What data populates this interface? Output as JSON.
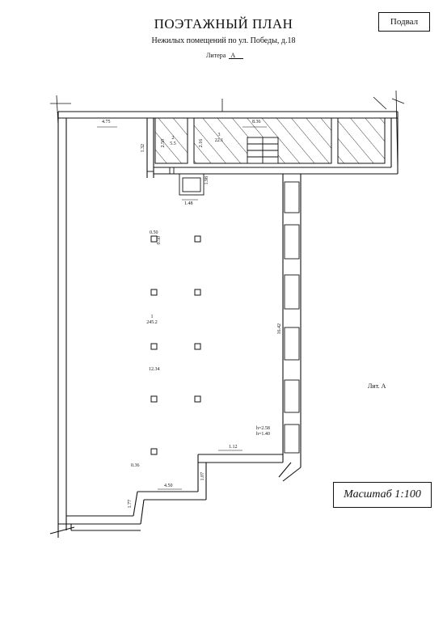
{
  "header": {
    "title": "ПОЭТАЖНЫЙ ПЛАН",
    "subtitle": "Нежилых помещений по ул. Победы, д.18",
    "litera_label": "Литера",
    "litera_value": "А",
    "floor_badge": "Подвал"
  },
  "dimensions": {
    "top_left_width": "4.75",
    "top_right_width": "8.36",
    "left_stub_height": "1.32",
    "small_room_w": "1.48",
    "small_room_side": "1.98",
    "column_size_a": "0.50",
    "column_size_b": "0.50",
    "hall_height": "12.34",
    "corridor_height": "16.42",
    "corridor_bottom_width": "1.12",
    "bottom_step_width": "4.50",
    "bottom_step_height": "1.07",
    "bottom_left_height": "1.77",
    "left_offset": "0.36",
    "level_top": "h=2.58",
    "level_bottom": "h=1.40",
    "room3_dims": "2.50",
    "room3_side": "2.16"
  },
  "rooms": [
    {
      "number": "1",
      "area": "245.2"
    },
    {
      "number": "2",
      "area": "5.5"
    },
    {
      "number": "3",
      "area": "22.1"
    }
  ],
  "annotations": {
    "lit_a": "Лит. А",
    "scale": "Масштаб 1:100"
  },
  "colors": {
    "ink": "#111111",
    "paper": "#ffffff"
  }
}
